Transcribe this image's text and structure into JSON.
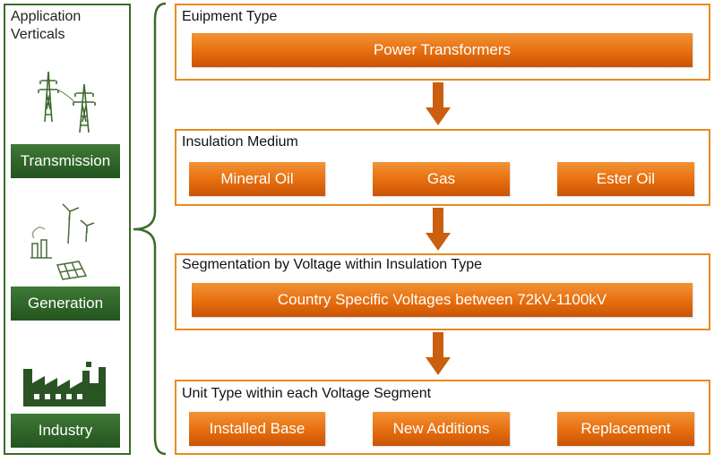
{
  "verticals": {
    "title": "Application Verticals",
    "items": [
      {
        "label": "Transmission",
        "icon": "transmission-tower-icon"
      },
      {
        "label": "Generation",
        "icon": "power-generation-icon"
      },
      {
        "label": "Industry",
        "icon": "factory-icon"
      }
    ]
  },
  "sections": [
    {
      "title": "Euipment Type",
      "items": [
        "Power Transformers"
      ]
    },
    {
      "title": "Insulation Medium",
      "items": [
        "Mineral Oil",
        "Gas",
        "Ester Oil"
      ]
    },
    {
      "title": "Segmentation by  Voltage within Insulation Type",
      "items": [
        "Country Specific Voltages between 72kV-1100kV"
      ]
    },
    {
      "title": "Unit Type within each Voltage Segment",
      "items": [
        "Installed Base",
        "New Additions",
        "Replacement"
      ]
    }
  ],
  "colors": {
    "green_border": "#3b6b2b",
    "green_label": "#2e6426",
    "orange_border": "#e88a1e",
    "orange_fill": "#e66e0e",
    "arrow": "#c95f0f"
  }
}
